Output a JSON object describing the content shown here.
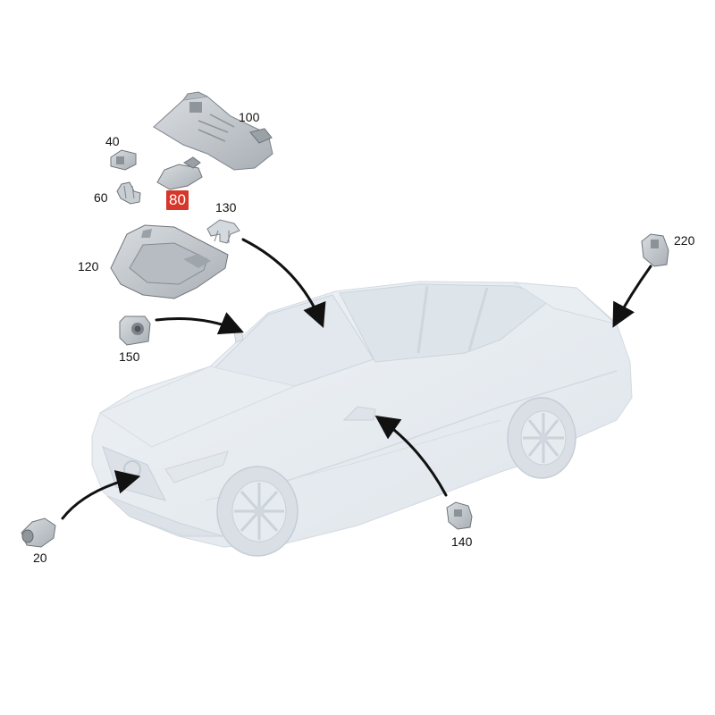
{
  "diagram": {
    "highlight_color": "#d7372a",
    "car_color": "#e7ecf1",
    "part_color": "#c9ced3",
    "callouts": {
      "p100": "100",
      "p40": "40",
      "p60": "60",
      "p80": "80",
      "p130": "130",
      "p220": "220",
      "p120": "120",
      "p150": "150",
      "p140": "140",
      "p20": "20"
    },
    "highlighted_callout": "80"
  }
}
